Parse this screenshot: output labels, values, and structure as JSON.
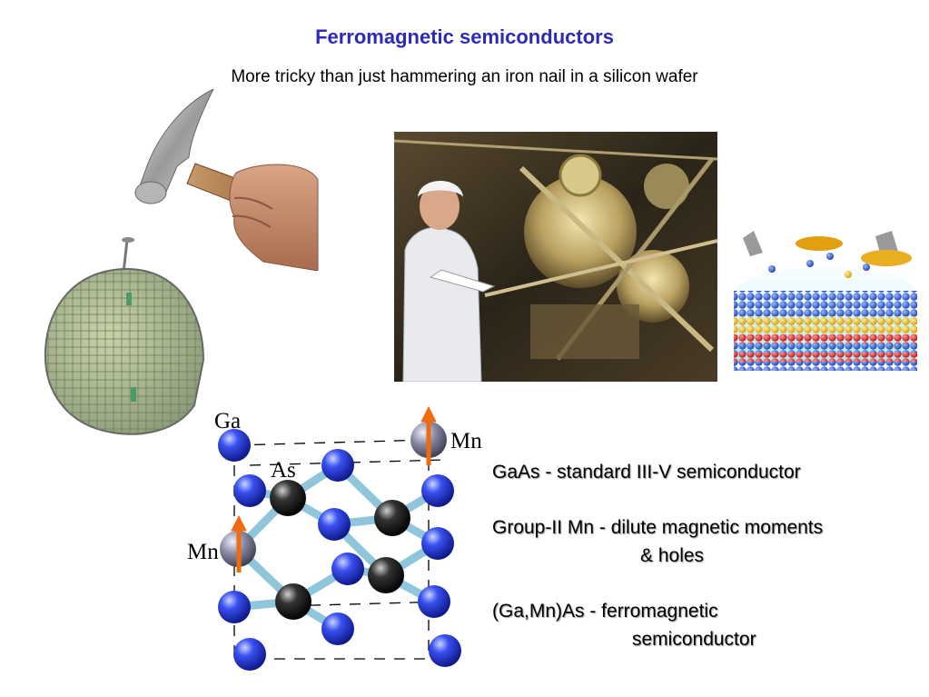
{
  "slide": {
    "title": "Ferromagnetic semiconductors",
    "subtitle": "More tricky than just hammering an iron nail in a silicon wafer"
  },
  "images": {
    "hammer": "hammer-hand-icon",
    "wafer": "silicon-wafer-icon",
    "lab": "mbe-lab-scientist-photo",
    "layers": "epitaxial-growth-illustration"
  },
  "crystal": {
    "labels": {
      "ga": "Ga",
      "as": "As",
      "mn_top": "Mn",
      "mn_left": "Mn"
    },
    "colors": {
      "ga_atom": "#1f2fd0",
      "as_atom": "#111111",
      "mn_atom": "#7a7a90",
      "bond": "#8fc6dc",
      "spin_arrow": "#f06a10"
    }
  },
  "bullets": {
    "gaas": "GaAs -  standard III-V semiconductor",
    "mn_line1": "Group-II Mn -  dilute magnetic moments",
    "mn_line2": "& holes",
    "gamnas_line1": "(Ga,Mn)As -  ferromagnetic",
    "gamnas_line2": "semiconductor"
  }
}
